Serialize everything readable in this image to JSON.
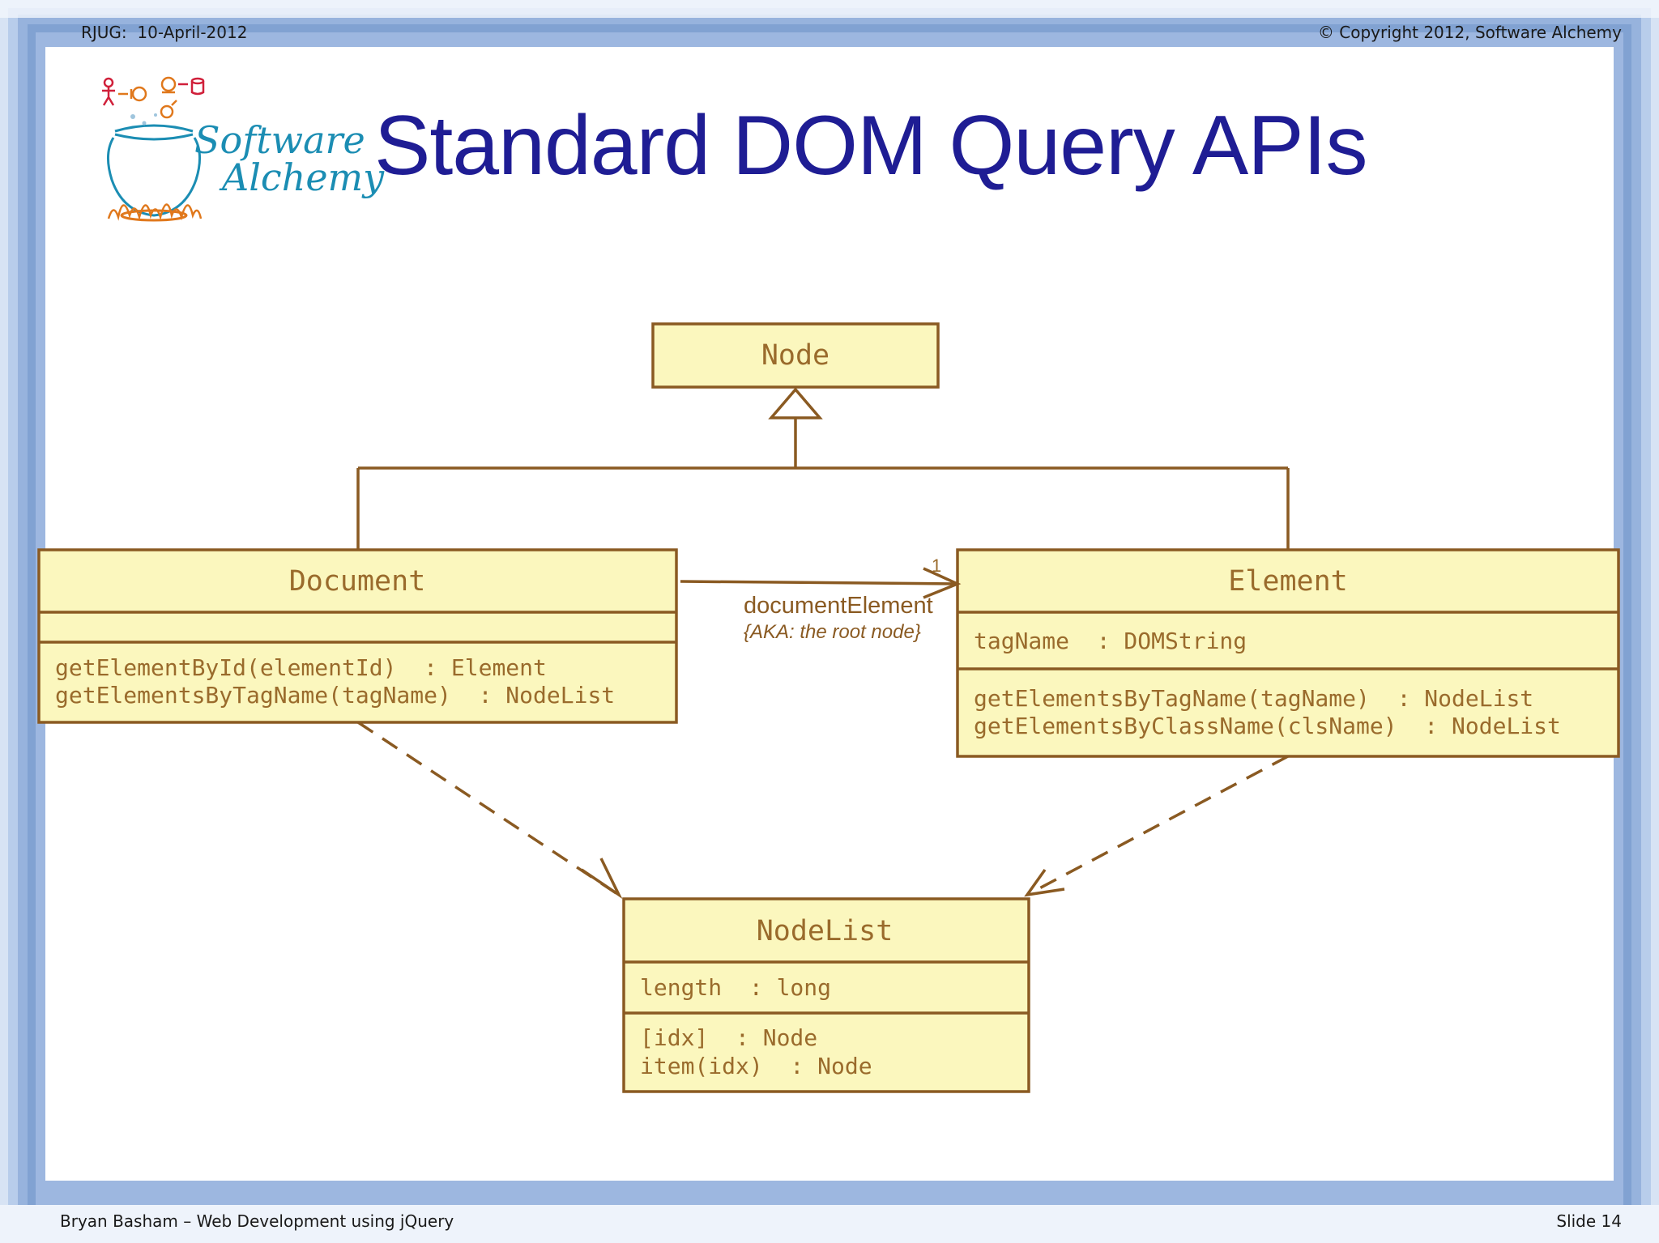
{
  "header": {
    "left": "RJUG:  10-April-2012",
    "right": "© Copyright 2012, Software Alchemy"
  },
  "logo": {
    "line1": "Software",
    "line2": "Alchemy"
  },
  "title": "Standard DOM Query APIs",
  "footer": {
    "left": "Bryan Basham – Web Development using jQuery",
    "right": "Slide 14"
  },
  "colors": {
    "box_fill": "#fbf7be",
    "box_stroke": "#8a5a22",
    "text": "#9a6b2c",
    "title": "#1f1d94",
    "frame": "#6f93c9"
  },
  "diagram": {
    "classes": {
      "node": {
        "name": "Node",
        "attributes": [],
        "operations": []
      },
      "document": {
        "name": "Document",
        "attributes": [],
        "operations": [
          "getElementById(elementId)  : Element",
          "getElementsByTagName(tagName)  : NodeList"
        ]
      },
      "element": {
        "name": "Element",
        "attributes": [
          "tagName  : DOMString"
        ],
        "operations": [
          "getElementsByTagName(tagName)  : NodeList",
          "getElementsByClassName(clsName)  : NodeList"
        ]
      },
      "nodelist": {
        "name": "NodeList",
        "attributes": [
          "length  : long"
        ],
        "operations": [
          "[idx]  : Node",
          "item(idx)  : Node"
        ]
      }
    },
    "association": {
      "role": "documentElement",
      "note": "{AKA: the root node}",
      "multiplicity": "1"
    }
  }
}
